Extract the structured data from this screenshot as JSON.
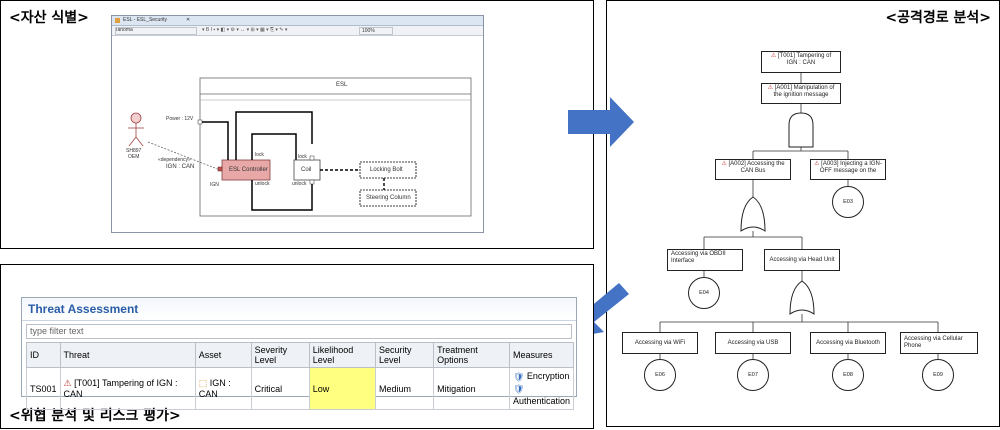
{
  "panels": {
    "asset": "<자산 식별>",
    "attack": "<공격경로 분석>",
    "threat": "<위협 분석 및 리스크 평가>"
  },
  "modeler": {
    "tab_title": "ESL - ESL_Security",
    "font_name": "Tahoma",
    "zoom": "100%",
    "esl_label": "ESL",
    "power_label": "Power : 12V",
    "actor_label_1": "SH897",
    "actor_label_2": "OEM",
    "dependency_label": "«dependency»",
    "ign_can_label": "IGN : CAN",
    "ign_label": "IGN",
    "esl_controller": "ESL Controller",
    "coil": "Coil",
    "locking_bolt": "Locking Bolt",
    "steering_column": "Steering Column",
    "lock_1": "lock",
    "unlock_1": "unlock",
    "lock_2": "lock",
    "unlock_2": "unlock"
  },
  "tree": {
    "root": "[T001] Tampering of IGN : CAN",
    "a001": "[A001] Manipulation of the ignition message",
    "a002": "[A002] Accessing the CAN Bus",
    "a003": "[A003] Injecting a IGN-OFF message on the",
    "e03": "E03",
    "obdii": "Accessing via OBDII Interface",
    "headunit": "Accessing via Head Unit",
    "e04": "E04",
    "wifi": "Accessing via WiFi",
    "usb": "Accessing via USB",
    "bluetooth": "Accessing via Bluetooth",
    "cellular": "Accessing via Cellular Phone",
    "e06": "E06",
    "e07": "E07",
    "e08": "E08",
    "e09": "E09"
  },
  "threat_table": {
    "title": "Threat Assessment",
    "filter_placeholder": "type filter text",
    "headers": [
      "ID",
      "Threat",
      "Asset",
      "Severity Level",
      "Likelihood Level",
      "Security Level",
      "Treatment Options",
      "Measures"
    ],
    "row": {
      "id": "TS001",
      "threat": "[T001] Tampering of IGN : CAN",
      "asset": "IGN : CAN",
      "severity": "Critical",
      "likelihood": "Low",
      "security": "Medium",
      "treatment": "Mitigation",
      "measure_1": "Encryption",
      "measure_2": "Authentication"
    },
    "likelihood_color": "#ffff80"
  },
  "colors": {
    "arrow": "#4472c4",
    "esl_controller_fill": "#e8a8a8"
  }
}
